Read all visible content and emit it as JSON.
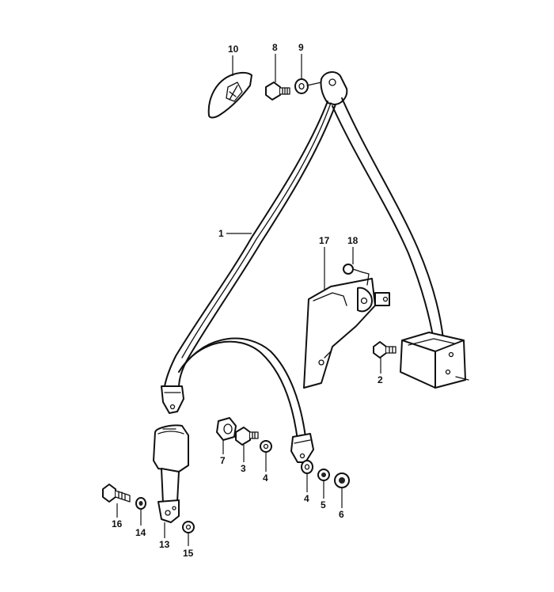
{
  "diagram": {
    "callouts": {
      "p1": "1",
      "p2": "2",
      "p3": "3",
      "p4a": "4",
      "p4b": "4",
      "p5": "5",
      "p6": "6",
      "p7": "7",
      "p8": "8",
      "p9": "9",
      "p10": "10",
      "p13": "13",
      "p14": "14",
      "p15": "15",
      "p16": "16",
      "p17": "17",
      "p18": "18"
    }
  }
}
